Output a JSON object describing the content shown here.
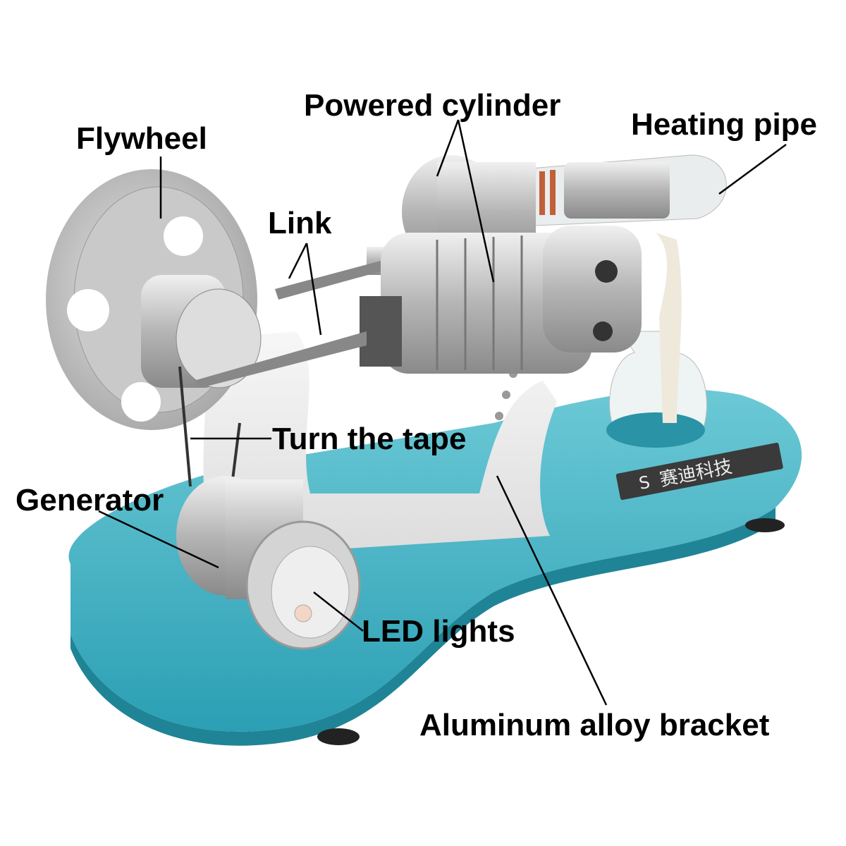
{
  "labels": {
    "powered_cylinder": "Powered cylinder",
    "heating_pipe": "Heating pipe",
    "flywheel": "Flywheel",
    "link": "Link",
    "turn_the_tape": "Turn the tape",
    "generator": "Generator",
    "led_lights": "LED lights",
    "aluminum_alloy_bracket": "Aluminum alloy bracket"
  },
  "nameplate": {
    "text": "赛迪科技"
  },
  "colors": {
    "base": "#3fb0c4",
    "metal": "#c8c8c8",
    "plate": "#3a3a3a"
  }
}
